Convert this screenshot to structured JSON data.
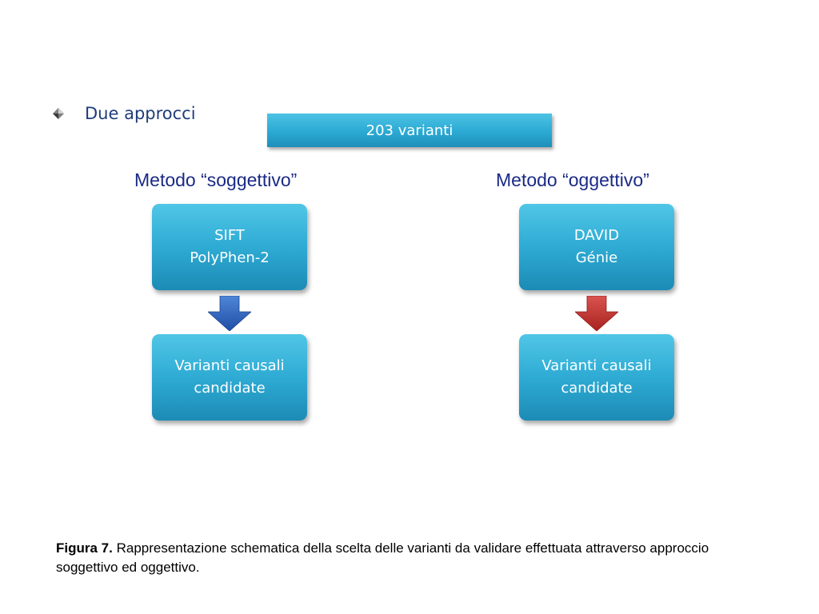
{
  "bullet": {
    "text": "Due approcci",
    "icon": "diamond-bullet-icon"
  },
  "banner": {
    "text": "203 varianti"
  },
  "left": {
    "method_label": "Metodo “soggettivo”",
    "tool_lines": [
      "SIFT",
      "PolyPhen-2"
    ],
    "result_lines": [
      "Varianti causali",
      "candidate"
    ],
    "arrow_color": "#2f5fb8"
  },
  "right": {
    "method_label": "Metodo “oggettivo”",
    "tool_lines": [
      "DAVID",
      "Génie"
    ],
    "result_lines": [
      "Varianti causali",
      "candidate"
    ],
    "arrow_color": "#c0322f"
  },
  "caption": {
    "label": "Figura 7.",
    "text": " Rappresentazione schematica della scelta delle varianti da validare effettuata attraverso approccio soggettivo ed oggettivo."
  },
  "colors": {
    "box_fill": "#2eabd4",
    "label_text": "#1a2a86",
    "bullet_text": "#1f3d7a"
  }
}
